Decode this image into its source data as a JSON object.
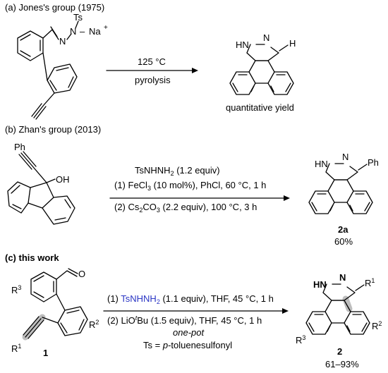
{
  "sections": [
    {
      "heading": "(a) Jones's group (1975)",
      "reactant_labels": {
        "ts": "Ts",
        "n1": "N",
        "n2": "N",
        "na": "Na",
        "plus": "+"
      },
      "arrow_above": "125 °C",
      "arrow_below": "pyrolysis",
      "product_labels": {
        "hn": "HN",
        "n": "N",
        "h": "H"
      },
      "yield_text": "quantitative yield"
    },
    {
      "heading": "(b) Zhan's group (2013)",
      "reactant_labels": {
        "ph": "Ph",
        "oh": "OH"
      },
      "cond_reagent": "TsNHNH",
      "cond_reagent_sub": "2",
      "cond_reagent_amount": " (1.2 equiv)",
      "cond_step1_pre": "(1) FeCl",
      "cond_step1_sub": "3",
      "cond_step1_post": " (10 mol%), PhCl, 60 °C, 1 h",
      "cond_step2_pre": "(2) Cs",
      "cond_step2_sub1": "2",
      "cond_step2_mid": "CO",
      "cond_step2_sub2": "3",
      "cond_step2_post": " (2.2 equiv), 100 °C, 3 h",
      "product_labels": {
        "hn": "HN",
        "n": "N",
        "ph": "Ph"
      },
      "compound_label": "2a",
      "yield_text": "60%"
    },
    {
      "heading": "(c) this work",
      "reactant_labels": {
        "o": "O",
        "r3": "R",
        "r3_sup": "3",
        "r2": "R",
        "r2_sup": "2",
        "r1": "R",
        "r1_sup": "1"
      },
      "reactant_number": "1",
      "cond_step1_pre": "(1) ",
      "cond_step1_reagent": "TsNHNH",
      "cond_step1_sub": "2",
      "cond_step1_post": " (1.1 equiv), THF, 45 °C, 1 h",
      "cond_step2_pre": "(2) LiO",
      "cond_step2_sup": "t",
      "cond_step2_post": "Bu (1.5 equiv), THF, 45 °C, 1 h",
      "cond_onepot": "one-pot",
      "cond_ts_def_pre": "Ts = ",
      "cond_ts_def_ital": "p",
      "cond_ts_def_post": "-toluenesulfonyl",
      "product_labels": {
        "hn": "HN",
        "n": "N",
        "r1": "R",
        "r1_sup": "1",
        "r3": "R",
        "r3_sup": "3",
        "r2": "R",
        "r2_sup": "2"
      },
      "product_number": "2",
      "yield_text": "61–93%"
    }
  ],
  "colors": {
    "reagent_highlight": "#2a35c4",
    "bond_highlight": "#bdbdbd",
    "ink": "#000000"
  }
}
